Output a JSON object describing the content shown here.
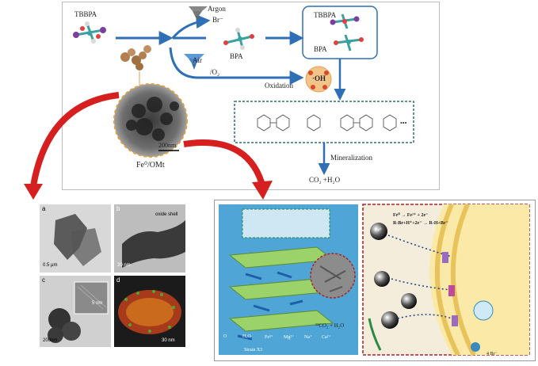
{
  "top_scheme": {
    "tbbpa_label": "TBBPA",
    "argon_label": "Argon",
    "bromide_label": "Br⁻",
    "bpa_label": "BPA",
    "box_tbbpa_label": "TBBPA",
    "box_bpa_label": "BPA",
    "air_label": "Air",
    "o2_label": "/O₂",
    "oxidation_label": "Oxidation",
    "oh_label": "·OH",
    "mineralization_label": "Mineralization",
    "product_label": "CO₂ +H₂O",
    "scale_label": "200nm",
    "material_label": "Fe⁰/OMt",
    "ellipsis": "•••"
  },
  "tem_panels": [
    {
      "letter": "a",
      "scale": "0.5 μm"
    },
    {
      "letter": "b",
      "scale": "20 nm",
      "note": "oxide shell"
    },
    {
      "letter": "c",
      "scale": "200nm",
      "inset_scale": "5 nm"
    },
    {
      "letter": "d",
      "scale": "30 nm"
    }
  ],
  "mechanism": {
    "products_label": "¹²CO₂ + H₂O",
    "reaction_1": "Fe⁰ → Fe²⁺ + 2e⁻",
    "reaction_2": "R-Br+H⁺+2e⁻ → R-H+Br⁻",
    "strain_label": "Strain X3",
    "fe_label": "Fe⁰",
    "bottom_br": "4 Br⁻",
    "legend": [
      "O",
      "H₂O",
      "Fe³⁺",
      "Mg²⁺",
      "Na⁺",
      "Ca²⁺"
    ]
  },
  "colors": {
    "arrow_blue": "#2e6fb5",
    "red_arrow": "#d62020",
    "dashed_teal": "#2f6f6f",
    "panel_blue": "#4fa6d6"
  }
}
